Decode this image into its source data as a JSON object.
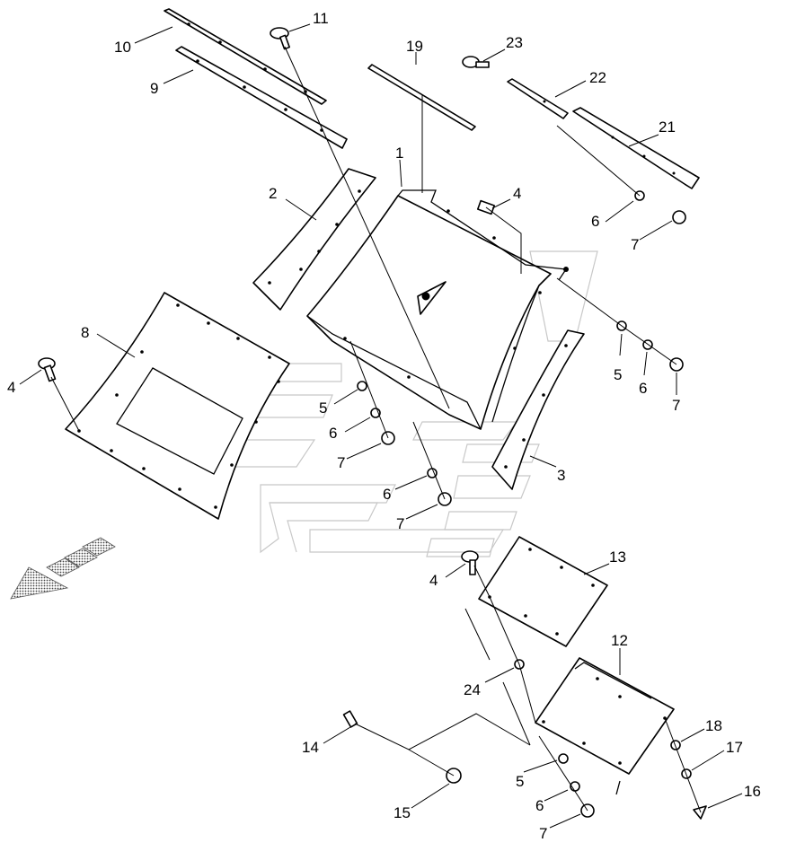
{
  "diagram": {
    "type": "exploded-parts-view",
    "callouts": [
      {
        "id": "c1",
        "text": "1"
      },
      {
        "id": "c2",
        "text": "2"
      },
      {
        "id": "c3",
        "text": "3"
      },
      {
        "id": "c4a",
        "text": "4"
      },
      {
        "id": "c4b",
        "text": "4"
      },
      {
        "id": "c4c",
        "text": "4"
      },
      {
        "id": "c5a",
        "text": "5"
      },
      {
        "id": "c5b",
        "text": "5"
      },
      {
        "id": "c5c",
        "text": "5"
      },
      {
        "id": "c6a",
        "text": "6"
      },
      {
        "id": "c6b",
        "text": "6"
      },
      {
        "id": "c6c",
        "text": "6"
      },
      {
        "id": "c6d",
        "text": "6"
      },
      {
        "id": "c6e",
        "text": "6"
      },
      {
        "id": "c7a",
        "text": "7"
      },
      {
        "id": "c7b",
        "text": "7"
      },
      {
        "id": "c7c",
        "text": "7"
      },
      {
        "id": "c7d",
        "text": "7"
      },
      {
        "id": "c7e",
        "text": "7"
      },
      {
        "id": "c8",
        "text": "8"
      },
      {
        "id": "c9",
        "text": "9"
      },
      {
        "id": "c10",
        "text": "10"
      },
      {
        "id": "c11",
        "text": "11"
      },
      {
        "id": "c12",
        "text": "12"
      },
      {
        "id": "c13",
        "text": "13"
      },
      {
        "id": "c14",
        "text": "14"
      },
      {
        "id": "c15",
        "text": "15"
      },
      {
        "id": "c16",
        "text": "16"
      },
      {
        "id": "c17",
        "text": "17"
      },
      {
        "id": "c18",
        "text": "18"
      },
      {
        "id": "c19",
        "text": "19"
      },
      {
        "id": "c21",
        "text": "21"
      },
      {
        "id": "c22",
        "text": "22"
      },
      {
        "id": "c23",
        "text": "23"
      },
      {
        "id": "c24",
        "text": "24"
      }
    ],
    "colors": {
      "line": "#000000",
      "background": "#ffffff",
      "ghost": "#c8c8c8"
    }
  }
}
